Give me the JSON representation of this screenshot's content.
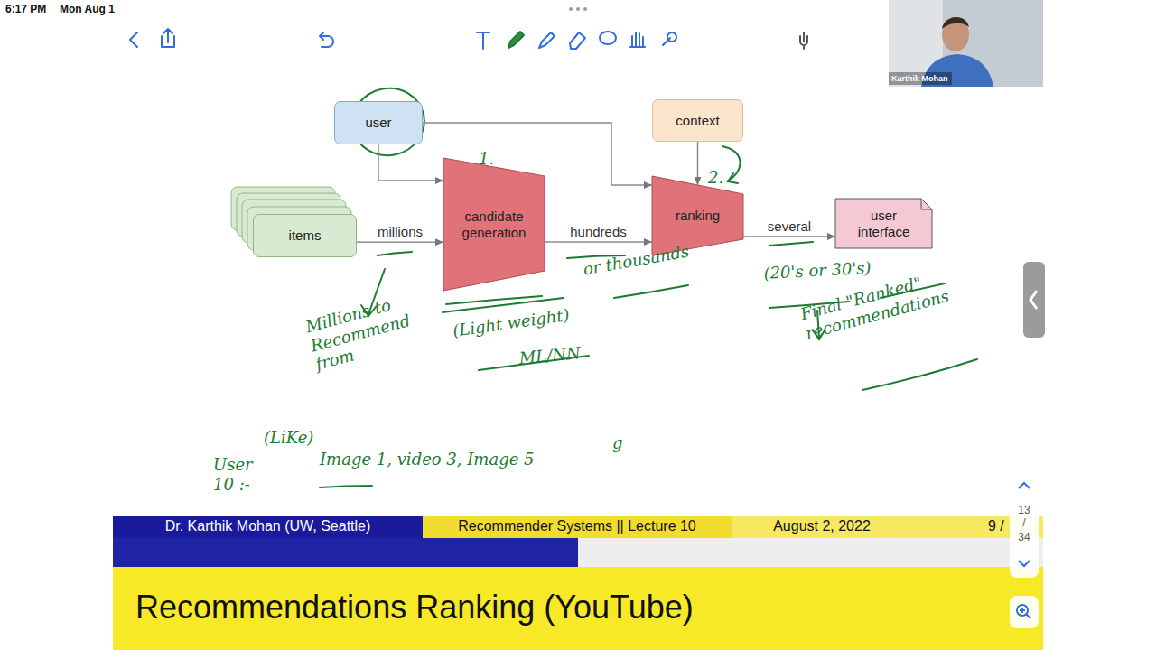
{
  "diagram": {
    "nodes": [
      {
        "text": [
          "user"
        ]
      },
      {
        "text": [
          "context"
        ]
      },
      {
        "text": [
          "items"
        ]
      },
      {
        "text": [
          "candidate generation"
        ]
      },
      {
        "text": [
          "ranking"
        ]
      },
      {
        "text": [
          "user interface"
        ]
      }
    ],
    "edges": [
      {
        "from": 0,
        "to": 3,
        "arrow": "to"
      },
      {
        "from": 0,
        "to": 4,
        "arrow": "to"
      },
      {
        "from": 1,
        "to": 4,
        "arrow": "to"
      },
      {
        "from": 2,
        "to": 3,
        "label": "millions",
        "arrow": "to"
      },
      {
        "from": 3,
        "to": 4,
        "label": "hundreds",
        "arrow": "to"
      },
      {
        "from": 4,
        "to": 5,
        "label": "several",
        "arrow": "to"
      }
    ],
    "labels": [
      "6:17 PM",
      "Mon Aug 1",
      "Karthik Mohan",
      "1.",
      "2.",
      "Millions to Recommend from",
      "(Light weight)",
      "ML/NN",
      "or thousands",
      "(20's or 30's)",
      "Final \"Ranked\" recommendations",
      "(LiKe)",
      "User 10 :-",
      "Image 1, video 3, Image 5",
      "g",
      "Dr. Karthik Mohan (UW, Seattle)",
      "Recommender Systems || Lecture 10",
      "August 2, 2022",
      "9 /",
      "13",
      "/",
      "34",
      "Recommendations Ranking (YouTube)"
    ]
  }
}
